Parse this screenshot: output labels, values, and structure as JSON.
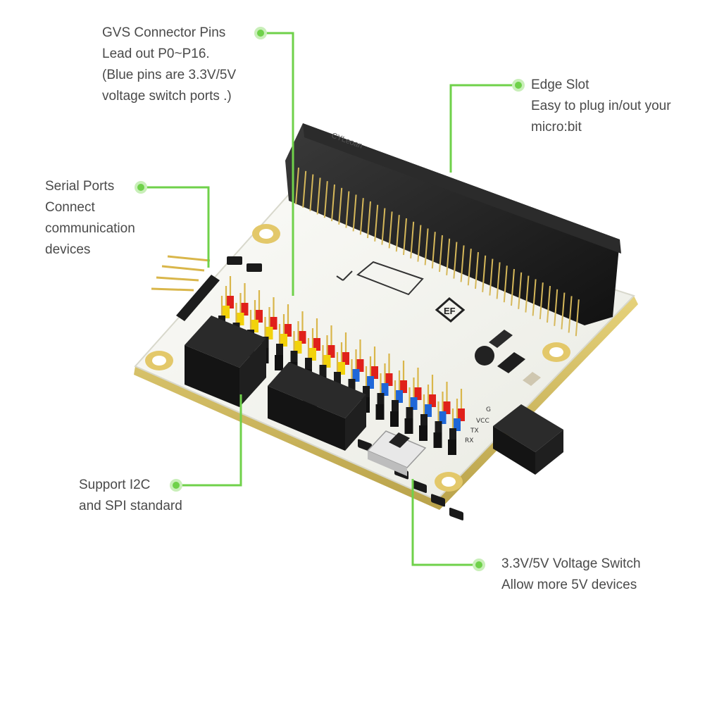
{
  "callouts": {
    "gvs": {
      "lines": [
        "GVS Connector Pins",
        "Lead out P0~P16.",
        "(Blue pins are 3.3V/5V",
        "voltage switch ports .)"
      ]
    },
    "edge": {
      "lines": [
        "Edge Slot",
        "Easy to plug in/out your",
        "micro:bit"
      ]
    },
    "serial": {
      "lines": [
        "Serial Ports",
        "Connect",
        "communication",
        "devices"
      ]
    },
    "i2c": {
      "lines": [
        "Support I2C",
        "and SPI standard"
      ]
    },
    "voltage": {
      "lines": [
        "3.3V/5V Voltage Switch",
        "Allow more 5V devices"
      ]
    }
  },
  "board": {
    "connector_brand": "CYLeoan",
    "logo": "EF",
    "serial_pin_labels": [
      "G",
      "VCC",
      "TX",
      "RX"
    ]
  },
  "colors": {
    "leader": "#6fd14a",
    "board": "#f4f5f0",
    "pin_red": "#e0201b",
    "pin_yellow": "#f2d20c",
    "pin_blue": "#1f67d8",
    "pin_black": "#1a1a1a"
  }
}
